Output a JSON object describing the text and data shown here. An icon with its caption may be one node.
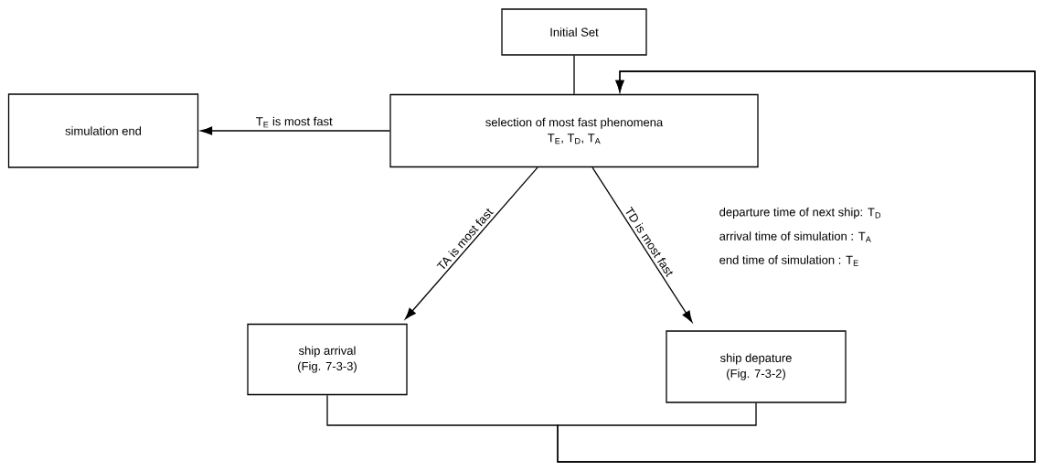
{
  "diagram": {
    "nodes": [
      {
        "text": [
          "Initial Set"
        ]
      },
      {
        "text": [
          "selection of most fast phenomena",
          "T$_{E}$, T$_{D}$, T$_{A}$"
        ]
      },
      {
        "text": [
          "simulation end"
        ]
      },
      {
        "text": [
          "ship arrival",
          "(Fig. 7-3-3)"
        ]
      },
      {
        "text": [
          "ship depature",
          "(Fig. 7-3-2)"
        ]
      }
    ],
    "edges": [
      {
        "from": 0,
        "to": 1,
        "arrow": "none"
      },
      {
        "from": 1,
        "to": 2,
        "arrow": "to",
        "label": "T$_{E}$ is most fast"
      },
      {
        "from": 1,
        "to": 3,
        "arrow": "to",
        "label": "TA is most fast"
      },
      {
        "from": 1,
        "to": 4,
        "arrow": "to",
        "label": "TD is most fast"
      },
      {
        "from": 3,
        "to": 1,
        "arrow": "to"
      },
      {
        "from": 4,
        "to": 1,
        "arrow": "to"
      }
    ],
    "labels": [
      "departure time of next ship: T$_{D}$",
      "arrival time of simulation : T$_{A}$",
      "end time of simulation : T$_{E}$"
    ]
  }
}
